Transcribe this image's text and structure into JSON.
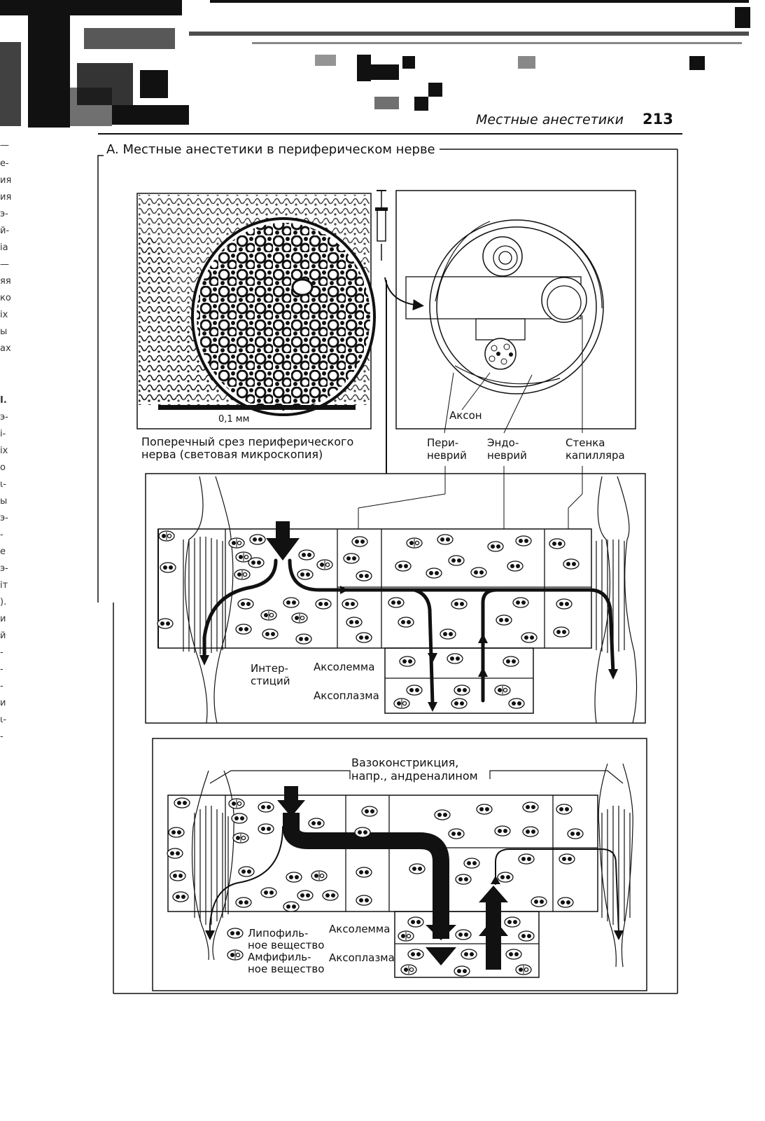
{
  "header": {
    "title": "Местные анестетики",
    "page_number": "213"
  },
  "section": {
    "title": "A. Местные анестетики в периферическом нерве"
  },
  "micrograph": {
    "scale_label": "0,1 мм",
    "caption_line1": "Поперечный срез периферического",
    "caption_line2": "нерва (световая микроскопия)"
  },
  "schematic_labels": {
    "axon": "Аксон",
    "perineurium_1": "Пери-",
    "perineurium_2": "неврий",
    "endoneurium_1": "Эндо-",
    "endoneurium_2": "неврий",
    "capillary_1": "Стенка",
    "capillary_2": "капилляра"
  },
  "panel1_labels": {
    "interstitium_1": "Интер-",
    "interstitium_2": "стиций",
    "axolemma": "Аксолемма",
    "axoplasm": "Аксоплазма"
  },
  "panel2_labels": {
    "vasoconstriction_1": "Вазоконстрикция,",
    "vasoconstriction_2": "напр., андреналином",
    "axolemma": "Аксолемма",
    "axoplasm": "Аксоплазма",
    "legend_lipophilic_1": "Липофиль-",
    "legend_lipophilic_2": "ное вещество",
    "legend_amphiphilic_1": "Амфифиль-",
    "legend_amphiphilic_2": "ное вещество"
  },
  "left_margin_fragments": [
    "—",
    "е-",
    "ия",
    "ия",
    "э-",
    "й-",
    "іа",
    "—",
    "яя",
    "ко",
    "іх",
    "ы",
    "ах",
    "І.",
    "э-",
    "і-",
    "іх",
    "о",
    "ι-",
    "ы",
    "э-",
    "-",
    "е",
    "э-",
    "іт",
    ").",
    "и",
    "й",
    "-",
    "-",
    "-",
    "и",
    "ι-",
    "-"
  ]
}
